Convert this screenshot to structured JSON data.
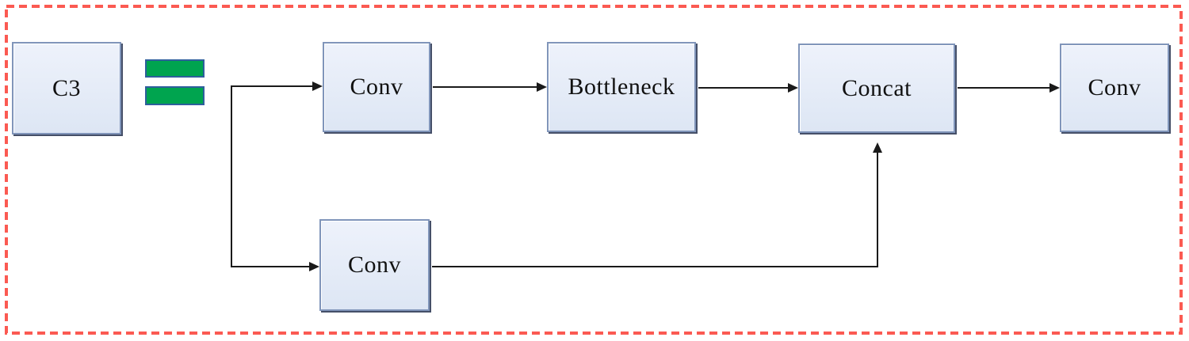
{
  "colors": {
    "frame_red": "#fb5a52",
    "line": "#1a1a1a",
    "box_fill": "#eef2fb",
    "box_fill_dark": "#dde6f4",
    "box_border": "#8095ba",
    "box_shadow": "#454f68",
    "equals_green": "#00a44f",
    "equals_border": "#2e5f9c",
    "text": "#111111"
  },
  "diagram": {
    "nodes": {
      "c3": {
        "label": "C3"
      },
      "conv_top": {
        "label": "Conv"
      },
      "bottleneck": {
        "label": "Bottleneck"
      },
      "concat": {
        "label": "Concat"
      },
      "conv_out": {
        "label": "Conv"
      },
      "conv_bottom": {
        "label": "Conv"
      }
    },
    "operator": {
      "name": "equals-sign"
    },
    "edges": [
      {
        "from": "input-branch",
        "to": "conv_top"
      },
      {
        "from": "input-branch",
        "to": "conv_bottom"
      },
      {
        "from": "conv_top",
        "to": "bottleneck"
      },
      {
        "from": "bottleneck",
        "to": "concat"
      },
      {
        "from": "conv_bottom",
        "to": "concat"
      },
      {
        "from": "concat",
        "to": "conv_out"
      }
    ]
  }
}
